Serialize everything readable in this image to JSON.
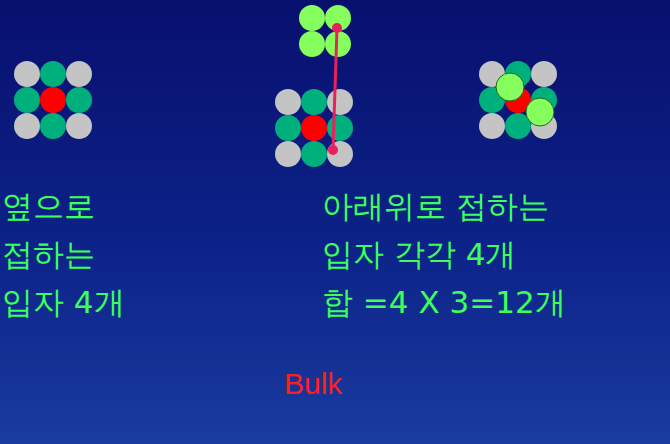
{
  "diagram": {
    "labels": [
      "옆으로",
      "접하는",
      "입자 4개",
      "아래위로 접하는",
      "입자 각각 4개",
      "합 =4 X 3=12개",
      "Bulk"
    ]
  }
}
